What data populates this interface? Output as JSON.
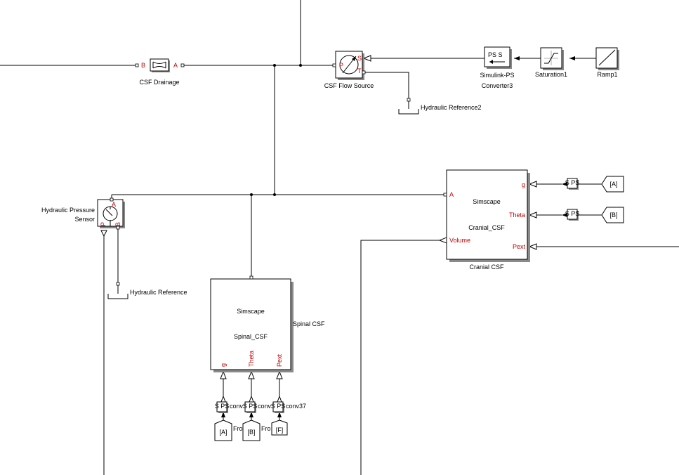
{
  "blocks": {
    "csf_drainage": {
      "label": "CSF Drainage",
      "port_in": "B",
      "port_out": "A"
    },
    "csf_flow_source": {
      "label": "CSF Flow Source",
      "port_p": "P",
      "port_s": "S",
      "port_t": "T"
    },
    "hydraulic_reference2": {
      "label": "Hydraulic Reference2"
    },
    "simulink_ps_converter3": {
      "label_line1": "Simulink-PS",
      "label_line2": "Converter3",
      "glyph": "PS S"
    },
    "saturation1": {
      "label": "Saturation1"
    },
    "ramp1": {
      "label": "Ramp1"
    },
    "hydraulic_pressure_sensor": {
      "label_line1": "Hydraulic Pressure",
      "label_line2": "Sensor",
      "port_p": "P",
      "port_b": "B",
      "port_a": "A"
    },
    "hydraulic_reference": {
      "label": "Hydraulic Reference"
    },
    "cranial_csf": {
      "label": "Cranial CSF",
      "title": "Simscape",
      "subtitle": "Cranial_CSF",
      "port_a": "A",
      "port_volume": "Volume",
      "port_g": "g",
      "port_theta": "Theta",
      "port_pext": "Pext"
    },
    "spinal_csf": {
      "label": "Spinal CSF",
      "title": "Simscape",
      "subtitle": "Spinal_CSF",
      "port_g": "g",
      "port_theta": "Theta",
      "port_pext": "Pext"
    },
    "conv_glyph": "S PS",
    "conv_labels": {
      "first": "conv",
      "second": "conv",
      "third": "conv37"
    },
    "from_tags": {
      "cranial_a": "[A]",
      "cranial_b": "[B]",
      "spinal_a": "[A]",
      "spinal_b": "[B]",
      "spinal_f": "[F]"
    },
    "from_labels": {
      "first": "Fro",
      "second": "Fro"
    }
  }
}
